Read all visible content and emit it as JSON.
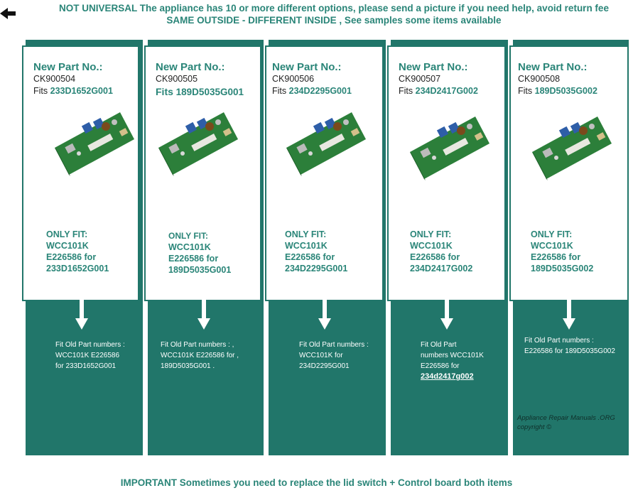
{
  "header": {
    "line1": "NOT UNIVERSAL The appliance has 10 or more different options, please send a  picture if you need help, avoid return fee",
    "line2": "SAME OUTSIDE - DIFFERENT INSIDE , See samples some items available"
  },
  "icons": {
    "back": "arrow-left-icon",
    "down": "arrow-down-icon",
    "board": "circuit-board-image"
  },
  "colors": {
    "accent": "#2a8578",
    "panel": "#21766a",
    "text": "#1f1f1f"
  },
  "parts": [
    {
      "title": "New Part No.:",
      "part_no": "CK900504",
      "fits_label": "Fits",
      "fits_num": "233D1652G001",
      "only_fit": [
        "ONLY FIT:",
        " WCC101K",
        "E226586  for",
        "233D1652G001"
      ],
      "old": [
        "Fit Old Part numbers :",
        "WCC101K  E226586",
        "for 233D1652G001"
      ]
    },
    {
      "title": "New Part No.:",
      "part_no": "CK900505",
      "fits_label": "Fits",
      "fits_num": "189D5035G001",
      "only_fit": [
        "ONLY FIT:",
        "WCC101K",
        "E226586  for",
        "189D5035G001"
      ],
      "old": [
        "Fit Old Part numbers : ,",
        "WCC101K E226586  for ,",
        "189D5035G001 ."
      ]
    },
    {
      "title": "New Part No.:",
      "part_no": "CK900506",
      "fits_label": "Fits",
      "fits_num": "234D2295G001",
      "only_fit": [
        "ONLY FIT:",
        " WCC101K",
        "E226586   for",
        "234D2295G001"
      ],
      "old": [
        "Fit Old Part numbers :",
        "WCC101K for",
        "234D2295G001"
      ]
    },
    {
      "title": "New Part No.:",
      "part_no": "CK900507",
      "fits_label": "Fits",
      "fits_num": "234D2417G002",
      "only_fit": [
        "ONLY FIT:",
        " WCC101K",
        "E226586 for",
        "234D2417G002"
      ],
      "old": [
        "Fit Old Part",
        "numbers WCC101K",
        "E226586  for",
        "234d2417g002"
      ]
    },
    {
      "title": "New Part No.:",
      "part_no": "CK900508",
      "fits_label": "Fits",
      "fits_num": "189D5035G002",
      "only_fit": [
        "ONLY FIT:",
        "WCC101K",
        "E226586  for",
        "189D5035G002"
      ],
      "old": [
        "Fit Old Part numbers :",
        "E226586  for 189D5035G002"
      ]
    }
  ],
  "credit": [
    "Appliance Repair Manuals .ORG",
    "copyright ©"
  ],
  "footer": "IMPORTANT Sometimes you need to replace the lid switch + Control board both items"
}
